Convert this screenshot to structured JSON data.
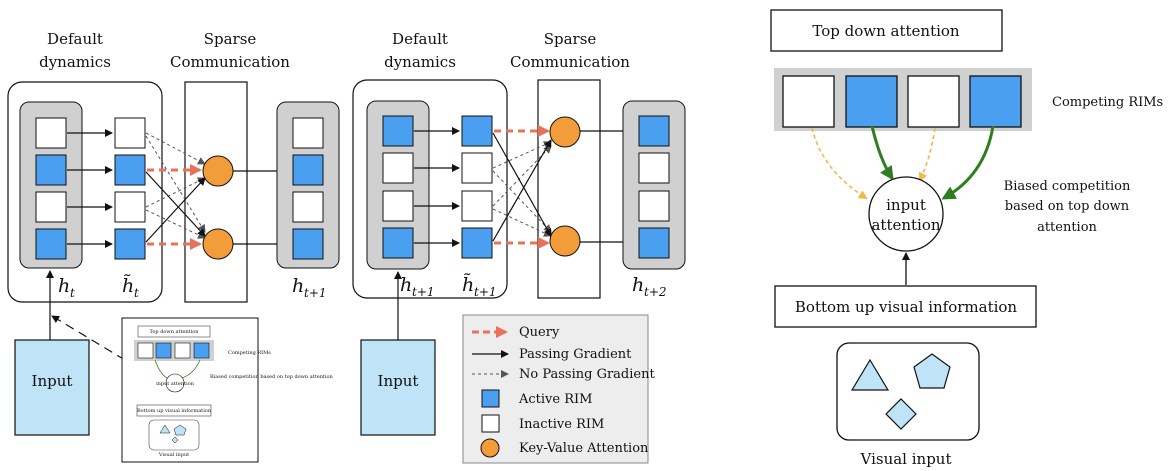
{
  "colors": {
    "active_rim": "#4a9ff0",
    "inactive_rim": "#ffffff",
    "attention": "#f39c3a",
    "query": "#e8715a",
    "top_down_arrow": "#2e7d1f",
    "dashed_yellow": "#f2b64a",
    "input_box": "#bfe3f7",
    "gray_panel": "#d0d0d0"
  },
  "left": {
    "block1": {
      "title_line1": "Default",
      "title_line2": "dynamics",
      "sparse_line1": "Sparse",
      "sparse_line2": "Communication",
      "h_label": "h",
      "h_sub": "t",
      "htilde_label": "h̃",
      "htilde_sub": "t",
      "out_label": "h",
      "out_sub": "t+1",
      "states": [
        false,
        true,
        false,
        true
      ],
      "out_states": [
        false,
        true,
        false,
        true
      ]
    },
    "block2": {
      "title_line1": "Default",
      "title_line2": "dynamics",
      "sparse_line1": "Sparse",
      "sparse_line2": "Communication",
      "h_label": "h",
      "h_sub": "t+1",
      "htilde_label": "h̃",
      "htilde_sub": "t+1",
      "out_label": "h",
      "out_sub": "t+2",
      "states": [
        true,
        false,
        false,
        true
      ],
      "out_states": [
        true,
        false,
        false,
        true
      ]
    },
    "input_label": "Input",
    "input_label_2": "Input"
  },
  "thumbnail": {
    "top_down": "Top down attention",
    "competing": "Competing RIMs",
    "input_attention": "input attention",
    "biased": "Biased competition based on top down attention",
    "bottom_up": "Bottom up visual information",
    "visual_input": "Visual input"
  },
  "legend": {
    "items": [
      {
        "icon": "query-arrow-icon",
        "label": "Query"
      },
      {
        "icon": "solid-arrow-icon",
        "label": "Passing Gradient"
      },
      {
        "icon": "dashed-arrow-icon",
        "label": "No Passing Gradient"
      },
      {
        "icon": "active-square-icon",
        "label": "Active RIM"
      },
      {
        "icon": "inactive-square-icon",
        "label": "Inactive RIM"
      },
      {
        "icon": "orange-circle-icon",
        "label": "Key-Value Attention"
      }
    ]
  },
  "right": {
    "top_down": "Top down attention",
    "competing_rims": "Competing RIMs",
    "rim_states": [
      false,
      true,
      false,
      true
    ],
    "biased_line1": "Biased competition",
    "biased_line2": "based on top down",
    "biased_line3": "attention",
    "node_line1": "input",
    "node_line2": "attention",
    "bottom_up": "Bottom up visual information",
    "visual_input": "Visual input"
  }
}
